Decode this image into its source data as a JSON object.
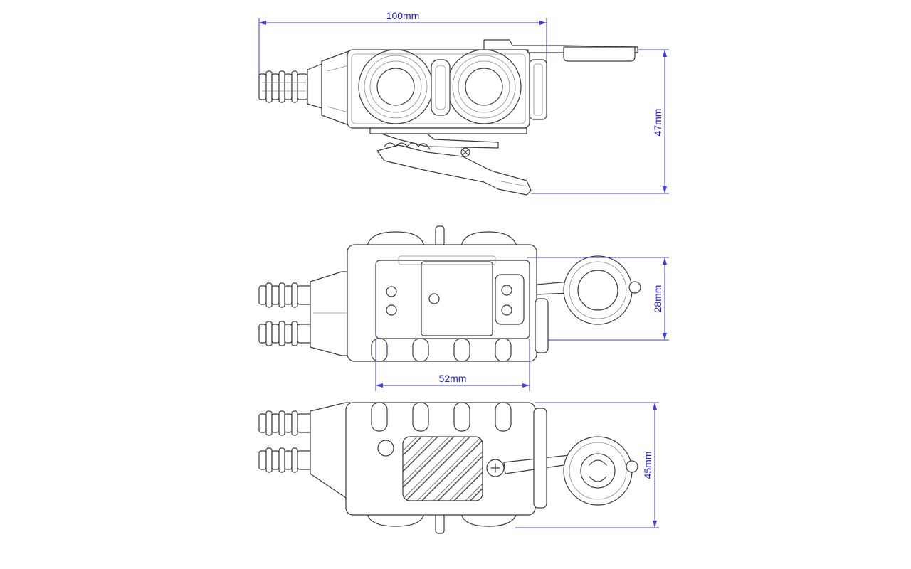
{
  "dimensions": {
    "top_width": "100mm",
    "top_height": "47mm",
    "mid_width": "52mm",
    "mid_height": "28mm",
    "bottom_height": "45mm"
  },
  "colors": {
    "dimension": "#3f3fd0",
    "line": "#3a3a3a",
    "background": "#ffffff"
  }
}
